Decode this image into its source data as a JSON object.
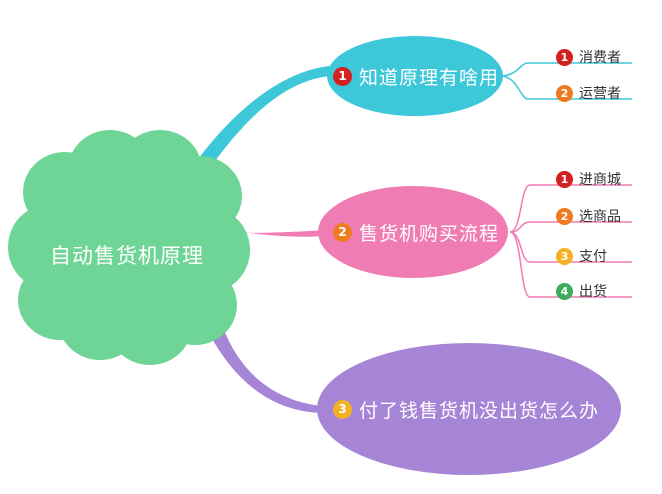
{
  "central": {
    "label": "自动售货机原理"
  },
  "topics": [
    {
      "number": "1",
      "label": "知道原理有啥用",
      "color": "#3cc8d8",
      "badge_color": "#d42020",
      "children": [
        {
          "number": "1",
          "label": "消费者",
          "badge_color": "#d42020"
        },
        {
          "number": "2",
          "label": "运营者",
          "badge_color": "#ef7a1f"
        }
      ]
    },
    {
      "number": "2",
      "label": "售货机购买流程",
      "color": "#f07cb4",
      "badge_color": "#ef7a1f",
      "children": [
        {
          "number": "1",
          "label": "进商城",
          "badge_color": "#d42020"
        },
        {
          "number": "2",
          "label": "选商品",
          "badge_color": "#ef7a1f"
        },
        {
          "number": "3",
          "label": "支付",
          "badge_color": "#f2b223"
        },
        {
          "number": "4",
          "label": "出货",
          "badge_color": "#3dab5a"
        }
      ]
    },
    {
      "number": "3",
      "label": "付了钱售货机没出货怎么办",
      "color": "#a785d6",
      "badge_color": "#f2b223",
      "children": []
    }
  ],
  "colors": {
    "central": "#6fd596",
    "topic1": "#3cc8d8",
    "topic2": "#f07cb4",
    "topic3": "#a785d6"
  }
}
